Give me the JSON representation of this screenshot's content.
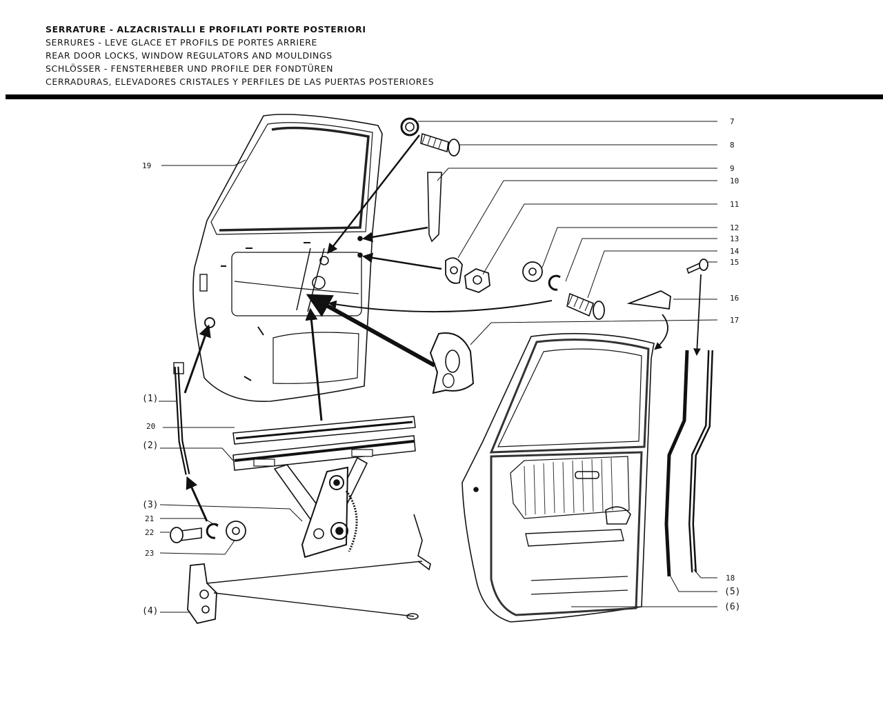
{
  "titles": [
    "SERRATURE - ALZACRISTALLI E PROFILATI PORTE POSTERIORI",
    "SERRURES - LEVE GLACE ET PROFILS DE PORTES ARRIERE",
    "REAR DOOR LOCKS, WINDOW REGULATORS AND MOULDINGS",
    "SCHLÖSSER - FENSTERHEBER UND PROFILE DER FONDTÜREN",
    "CERRADURAS, ELEVADORES CRISTALES Y PERFILES DE LAS PUERTAS POSTERIORES"
  ],
  "callouts": {
    "c7": "7",
    "c8": "8",
    "c9": "9",
    "c10": "10",
    "c11": "11",
    "c12": "12",
    "c13": "13",
    "c14": "14",
    "c15": "15",
    "c16": "16",
    "c17": "17",
    "c18": "18",
    "c19": "19",
    "c20": "20",
    "c21": "21",
    "c22": "22",
    "c23": "23",
    "p1": "(1)",
    "p2": "(2)",
    "p3": "(3)",
    "p4": "(4)",
    "p5": "(5)",
    "p6": "(6)"
  },
  "colors": {
    "ink": "#111111",
    "paper": "#ffffff",
    "trim": "#2a2a2a"
  }
}
